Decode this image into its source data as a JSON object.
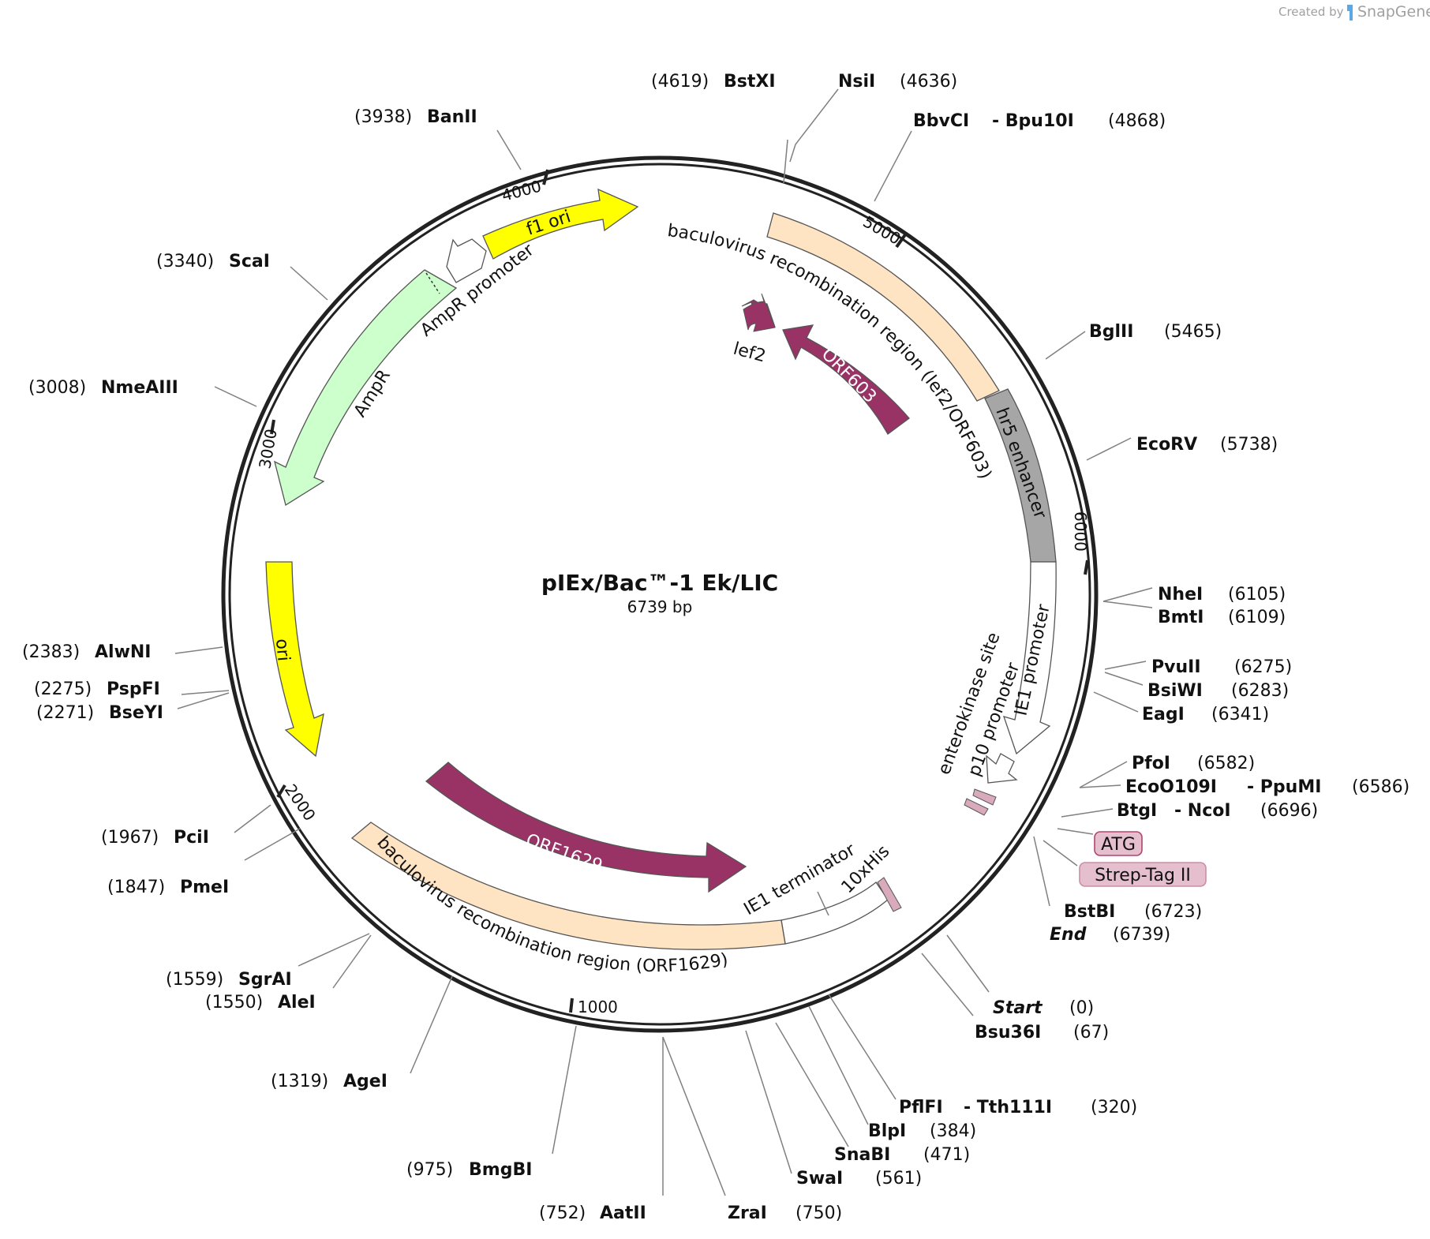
{
  "watermark": {
    "prefix": "Created by",
    "brand": "SnapGene"
  },
  "plasmid": {
    "name": "pIEx/Bac™-1 Ek/LIC",
    "size_label": "6739 bp"
  },
  "colors": {
    "backbone": "#222222",
    "f1_ori": "#ffff00",
    "ori": "#ffff00",
    "ampr": "#ccffcc",
    "recombination_region": "#ffe4c4",
    "orf": "#993366",
    "enhancer": "#a6a6a6",
    "promoter": "#ffffff",
    "tag": "#d9aabb",
    "tag_label_fill": "#e6bfcf",
    "tag_label_stroke": "#b0456e"
  },
  "ticks": [
    "1000",
    "2000",
    "3000",
    "4000",
    "5000",
    "6000"
  ],
  "features": {
    "f1_ori": "f1 ori",
    "ampr_promoter": "AmpR promoter",
    "ampr": "AmpR",
    "ori": "ori",
    "recomb_lef2": "baculovirus recombination region (lef2/ORF603)",
    "lef2": "lef2",
    "orf603": "ORF603",
    "hr5": "hr5 enhancer",
    "ie1_promoter": "IE1 promoter",
    "enterokinase": "enterokinase site",
    "p10_promoter": "p10 promoter",
    "orf1629": "ORF1629",
    "ie1_terminator": "IE1 terminator",
    "his": "10xHis",
    "recomb_orf1629": "baculovirus recombination region (ORF1629)"
  },
  "tag_boxes": {
    "atg": "ATG",
    "strep": "Strep-Tag II"
  },
  "sites": {
    "bstxi": {
      "name": "BstXI",
      "pos": "(4619)"
    },
    "nsii": {
      "name": "NsiI",
      "pos": "(4636)"
    },
    "bbvci": {
      "name": "BbvCI",
      "pos": ""
    },
    "bpu10i": {
      "name": "- Bpu10I",
      "pos": "(4868)"
    },
    "banii": {
      "name": "BanII",
      "pos": "(3938)"
    },
    "scai": {
      "name": "ScaI",
      "pos": "(3340)"
    },
    "nmeaiii": {
      "name": "NmeAIII",
      "pos": "(3008)"
    },
    "bglii": {
      "name": "BglII",
      "pos": "(5465)"
    },
    "ecorv": {
      "name": "EcoRV",
      "pos": "(5738)"
    },
    "nhei": {
      "name": "NheI",
      "pos": "(6105)"
    },
    "bmti": {
      "name": "BmtI",
      "pos": "(6109)"
    },
    "pvuii": {
      "name": "PvuII",
      "pos": "(6275)"
    },
    "bsiwi": {
      "name": "BsiWI",
      "pos": "(6283)"
    },
    "eagi": {
      "name": "EagI",
      "pos": "(6341)"
    },
    "pfoi": {
      "name": "PfoI",
      "pos": "(6582)"
    },
    "eco": {
      "name": "EcoO109I",
      "pos": ""
    },
    "ppumi": {
      "name": "- PpuMI",
      "pos": "(6586)"
    },
    "btgi": {
      "name": "BtgI",
      "pos": ""
    },
    "ncoi": {
      "name": "- NcoI",
      "pos": "(6696)"
    },
    "bstbi": {
      "name": "BstBI",
      "pos": "(6723)"
    },
    "end": {
      "name": "End",
      "pos": "(6739)"
    },
    "start": {
      "name": "Start",
      "pos": "(0)"
    },
    "bsu36i": {
      "name": "Bsu36I",
      "pos": "(67)"
    },
    "pflfi": {
      "name": "PflFI",
      "pos": ""
    },
    "tth111i": {
      "name": "- Tth111I",
      "pos": "(320)"
    },
    "blpi": {
      "name": "BlpI",
      "pos": "(384)"
    },
    "snabi": {
      "name": "SnaBI",
      "pos": "(471)"
    },
    "swai": {
      "name": "SwaI",
      "pos": "(561)"
    },
    "zrai": {
      "name": "ZraI",
      "pos": "(750)"
    },
    "aatii": {
      "name": "AatII",
      "pos": "(752)"
    },
    "bmgbi": {
      "name": "BmgBI",
      "pos": "(975)"
    },
    "agei": {
      "name": "AgeI",
      "pos": "(1319)"
    },
    "sgrai": {
      "name": "SgrAI",
      "pos": "(1559)"
    },
    "alei": {
      "name": "AleI",
      "pos": "(1550)"
    },
    "pmei": {
      "name": "PmeI",
      "pos": "(1847)"
    },
    "pcii": {
      "name": "PciI",
      "pos": "(1967)"
    },
    "bseyi": {
      "name": "BseYI",
      "pos": "(2271)"
    },
    "pspfi": {
      "name": "PspFI",
      "pos": "(2275)"
    },
    "alwni": {
      "name": "AlwNI",
      "pos": "(2383)"
    }
  }
}
